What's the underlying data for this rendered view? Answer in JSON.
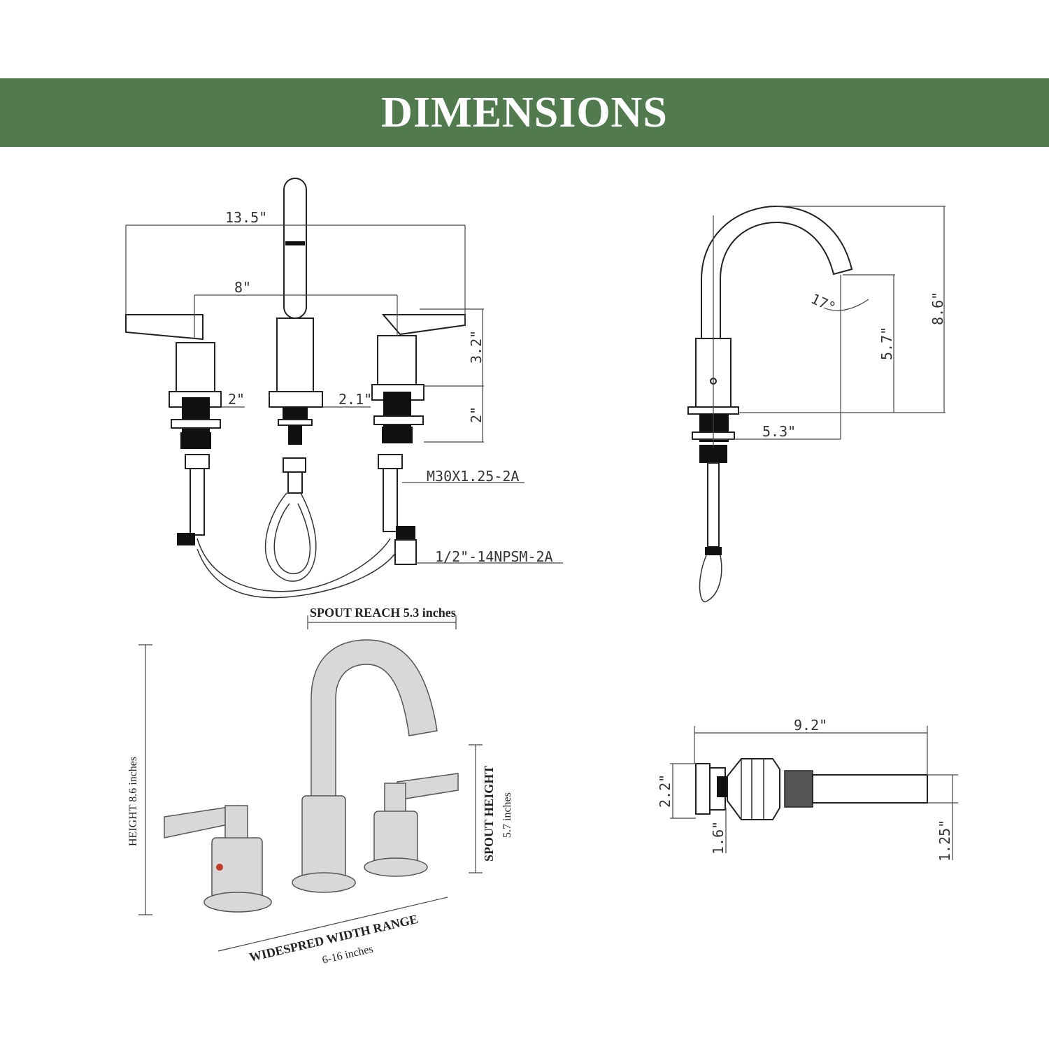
{
  "banner": {
    "title": "DIMENSIONS",
    "color": "#527a4f"
  },
  "front_view": {
    "overall_width": "13.5\"",
    "center_spacing": "8\"",
    "handle_height": "3.2\"",
    "base_dia_left": "2\"",
    "base_dia_center": "2.1\"",
    "shank_length": "2\"",
    "thread_spec": "M30X1.25-2A",
    "hose_spec": "1/2\"-14NPSM-2A"
  },
  "side_view": {
    "angle": "17°",
    "spout_height": "5.7\"",
    "total_height": "8.6\"",
    "spout_reach": "5.3\""
  },
  "photo_view": {
    "spout_reach": "SPOUT REACH 5.3 inches",
    "height": "HEIGHT 8.6 inches",
    "spout_height_title": "SPOUT HEIGHT",
    "spout_height_value": "5.7 inches",
    "widespread_title": "WIDESPRED WIDTH RANGE",
    "widespread_value": "6-16 inches"
  },
  "handle_view": {
    "length": "9.2\"",
    "diameter_a": "2.2\"",
    "diameter_b": "1.6\"",
    "lever_height": "1.25\""
  }
}
